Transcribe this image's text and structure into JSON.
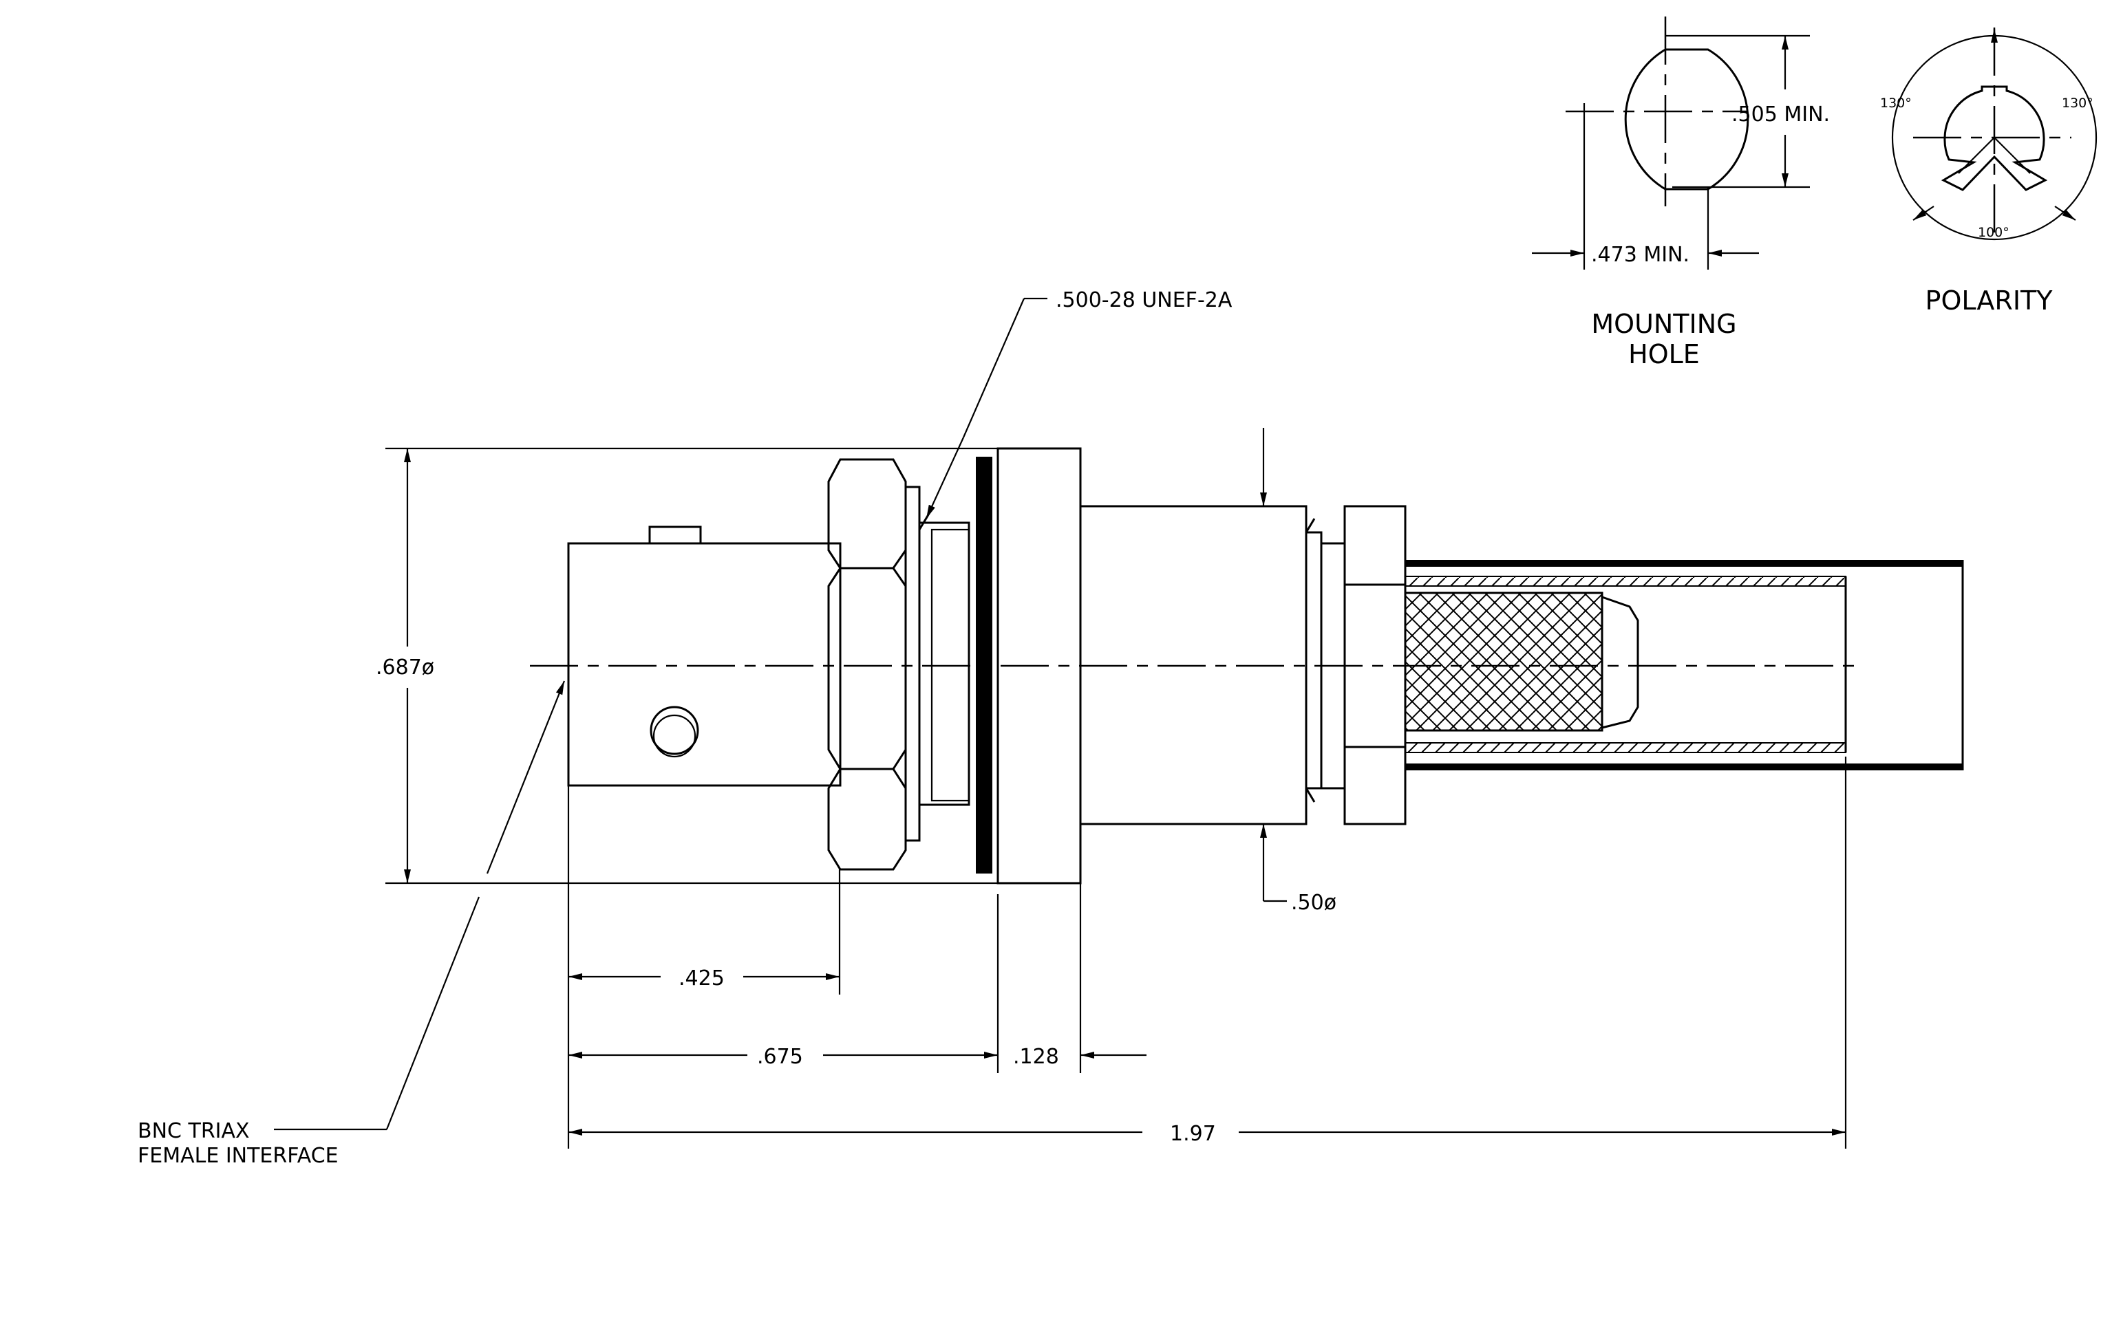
{
  "labels": {
    "thread": ".500-28 UNEF-2A",
    "diameter_687": ".687ø",
    "diameter_50": ".50ø",
    "dim_425": ".425",
    "dim_675": ".675",
    "dim_128": ".128",
    "dim_197": "1.97",
    "interface_line1": "BNC TRIAX",
    "interface_line2": "FEMALE INTERFACE",
    "mount_505": ".505 MIN.",
    "mount_473": ".473 MIN.",
    "mounting_line1": "MOUNTING",
    "mounting_line2": "HOLE",
    "polarity": "POLARITY",
    "angle_left": "130°",
    "angle_right": "130°",
    "angle_bottom": "100°"
  }
}
